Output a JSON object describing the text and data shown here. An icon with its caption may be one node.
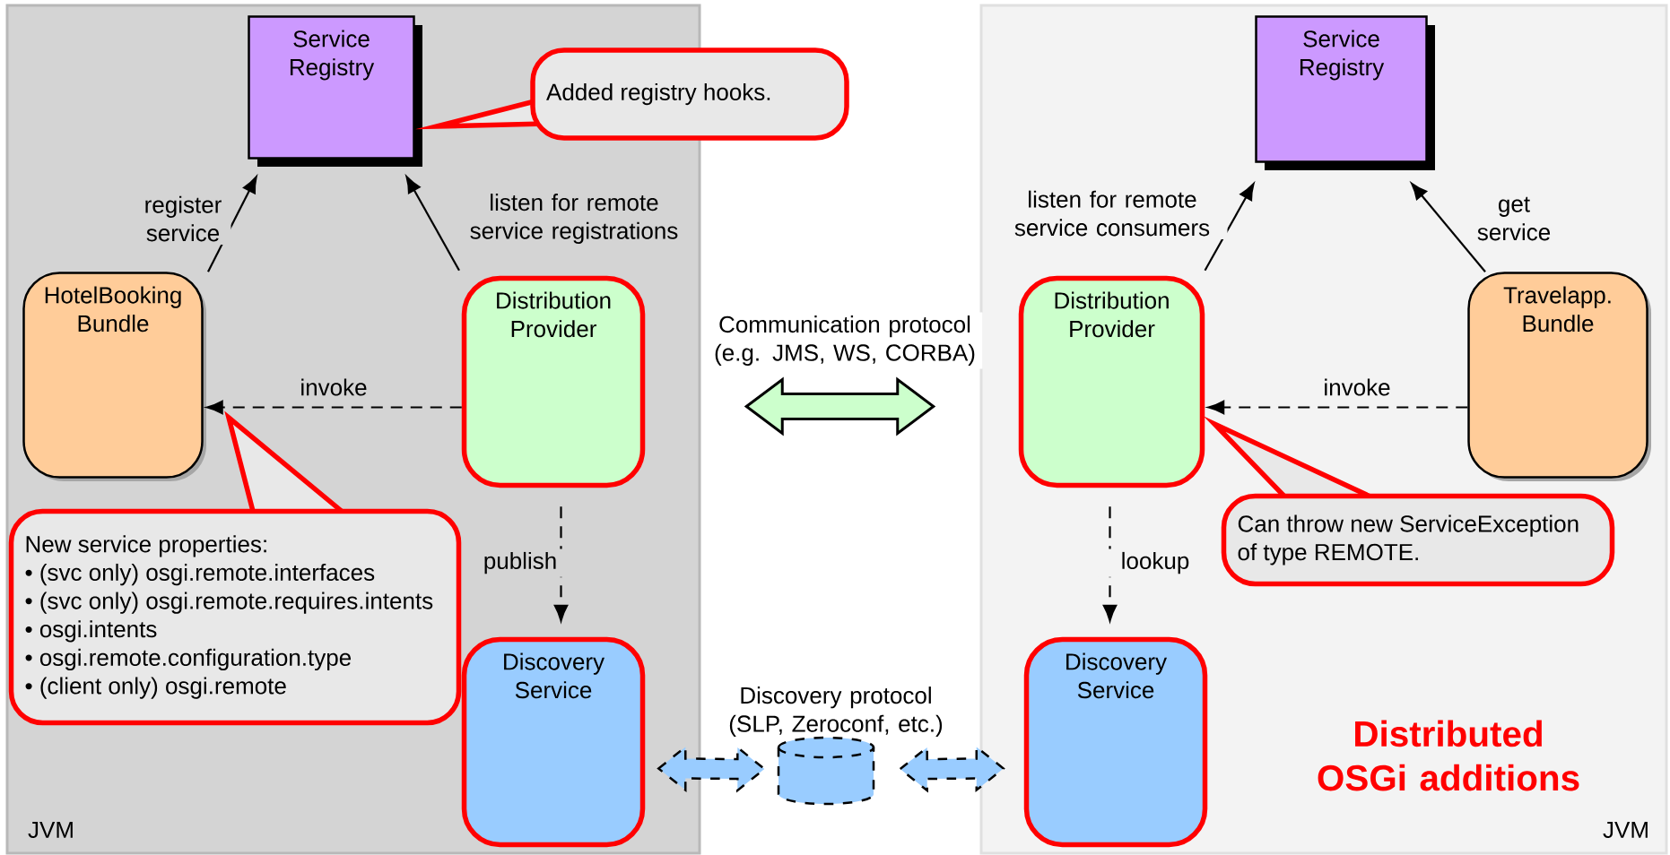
{
  "diagram": {
    "nodes": [
      {
        "text": [
          "JVM"
        ]
      },
      {
        "text": [
          "Service Registry"
        ],
        "in": 0
      },
      {
        "text": [
          "Added registry hooks."
        ]
      },
      {
        "text": [
          "HotelBooking Bundle"
        ],
        "in": 0
      },
      {
        "text": [
          "Distribution Provider"
        ],
        "in": 0
      },
      {
        "text": [
          "New service properties:",
          "• (svc only) osgi.remote.interfaces",
          "• (svc only) osgi.remote.requires.intents",
          "• osgi.intents",
          "• osgi.remote.configuration.type",
          "• (client only) osgi.remote"
        ],
        "in": 0
      },
      {
        "text": [
          "Discovery Service"
        ],
        "in": 0
      },
      {
        "text": [
          "JVM"
        ]
      },
      {
        "text": [
          "Service Registry"
        ],
        "in": 7
      },
      {
        "text": [
          "Distribution Provider"
        ],
        "in": 7
      },
      {
        "text": [
          "Travelapp. Bundle"
        ],
        "in": 7
      },
      {
        "text": [
          "Can throw new ServiceException of type REMOTE."
        ],
        "in": 7
      },
      {
        "text": [
          "Discovery Service"
        ],
        "in": 7
      },
      {
        "text": [],
        "shape": "cylinder",
        "beside": [
          "Discovery protocol (SLP, Zeroconf, etc.)"
        ]
      }
    ],
    "edges": [
      {
        "from": 3,
        "to": 1,
        "arrow": "to",
        "label": "register service"
      },
      {
        "from": 4,
        "to": 1,
        "arrow": "to",
        "label": "listen for remote service registrations"
      },
      {
        "from": 4,
        "to": 3,
        "arrow": "to",
        "label": "invoke",
        "style": "dashed"
      },
      {
        "from": 4,
        "to": 6,
        "arrow": "to",
        "label": "publish",
        "style": "dashed"
      },
      {
        "from": 4,
        "to": 9,
        "arrow": "both",
        "label": "Communication protocol (e.g. JMS, WS, CORBA)",
        "style": "thick",
        "color": "#ccffcc"
      },
      {
        "from": 6,
        "to": 13,
        "arrow": "both",
        "style": "dashed",
        "color": "#99ccff"
      },
      {
        "from": 13,
        "to": 12,
        "arrow": "both",
        "style": "dashed",
        "color": "#99ccff"
      },
      {
        "from": 9,
        "to": 8,
        "arrow": "to",
        "label": "listen for remote service consumers"
      },
      {
        "from": 10,
        "to": 8,
        "arrow": "to",
        "label": "get service"
      },
      {
        "from": 10,
        "to": 9,
        "arrow": "to",
        "label": "invoke",
        "style": "dashed"
      },
      {
        "from": 9,
        "to": 12,
        "arrow": "to",
        "label": "lookup",
        "style": "dashed"
      }
    ],
    "labels": [
      "Distributed OSGi additions"
    ]
  }
}
